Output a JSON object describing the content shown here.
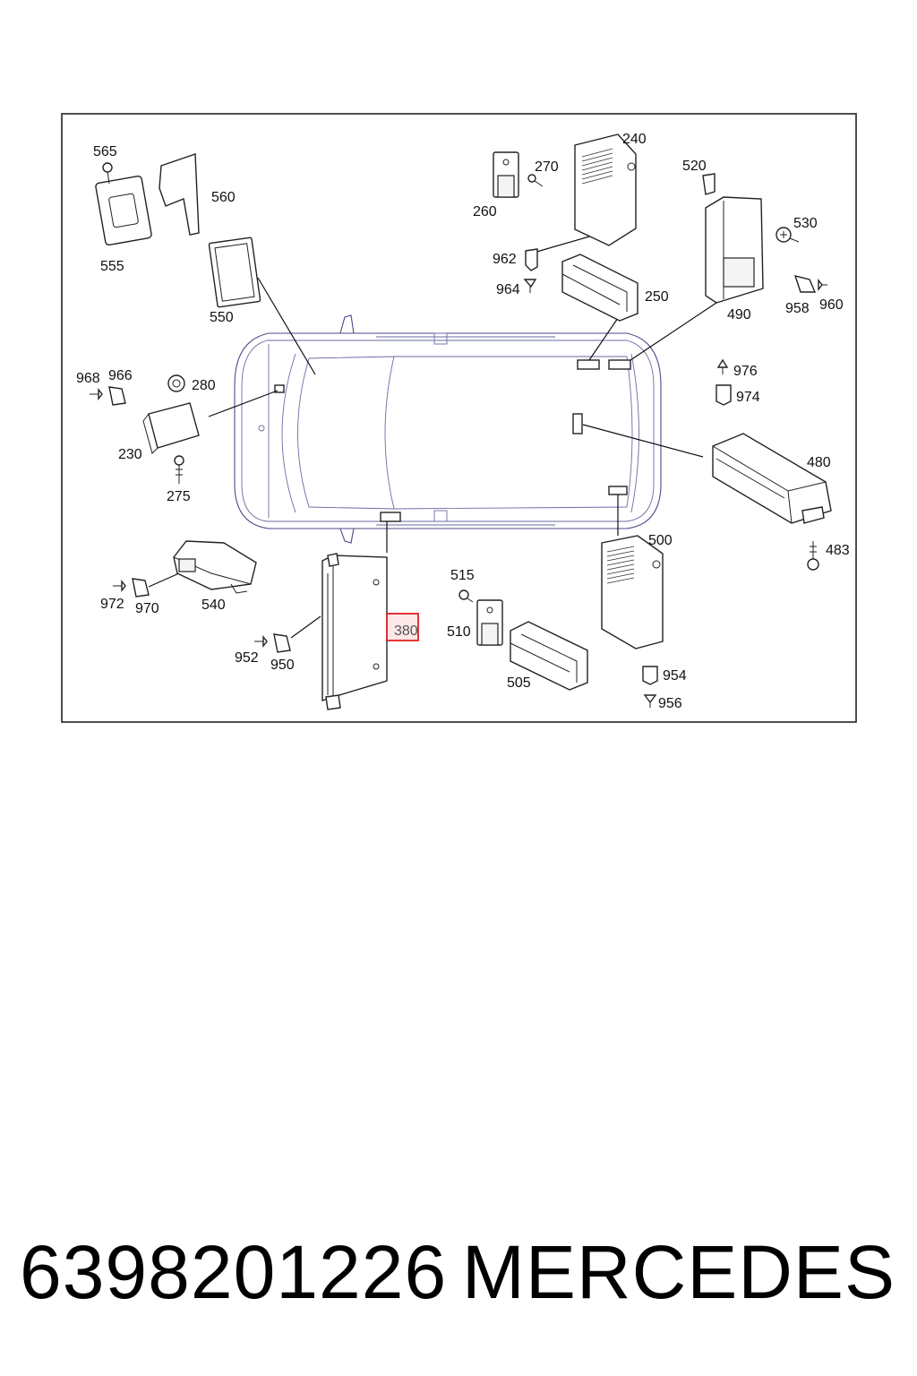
{
  "diagram": {
    "callouts": {
      "c565": "565",
      "c560": "560",
      "c555": "555",
      "c550": "550",
      "c260": "260",
      "c270": "270",
      "c240": "240",
      "c962": "962",
      "c964": "964",
      "c250": "250",
      "c520": "520",
      "c530": "530",
      "c490": "490",
      "c958": "958",
      "c960": "960",
      "c968": "968",
      "c966": "966",
      "c280": "280",
      "c230": "230",
      "c275": "275",
      "c976": "976",
      "c974": "974",
      "c480": "480",
      "c483": "483",
      "c500": "500",
      "c515": "515",
      "c510": "510",
      "c505": "505",
      "c954": "954",
      "c956": "956",
      "c972": "972",
      "c970": "970",
      "c540": "540",
      "c952": "952",
      "c950": "950",
      "c380": "380"
    },
    "highlighted": "380",
    "highlight_color": "#e02020"
  },
  "footer": {
    "part_number": "6398201226",
    "brand": "MERCEDES"
  }
}
